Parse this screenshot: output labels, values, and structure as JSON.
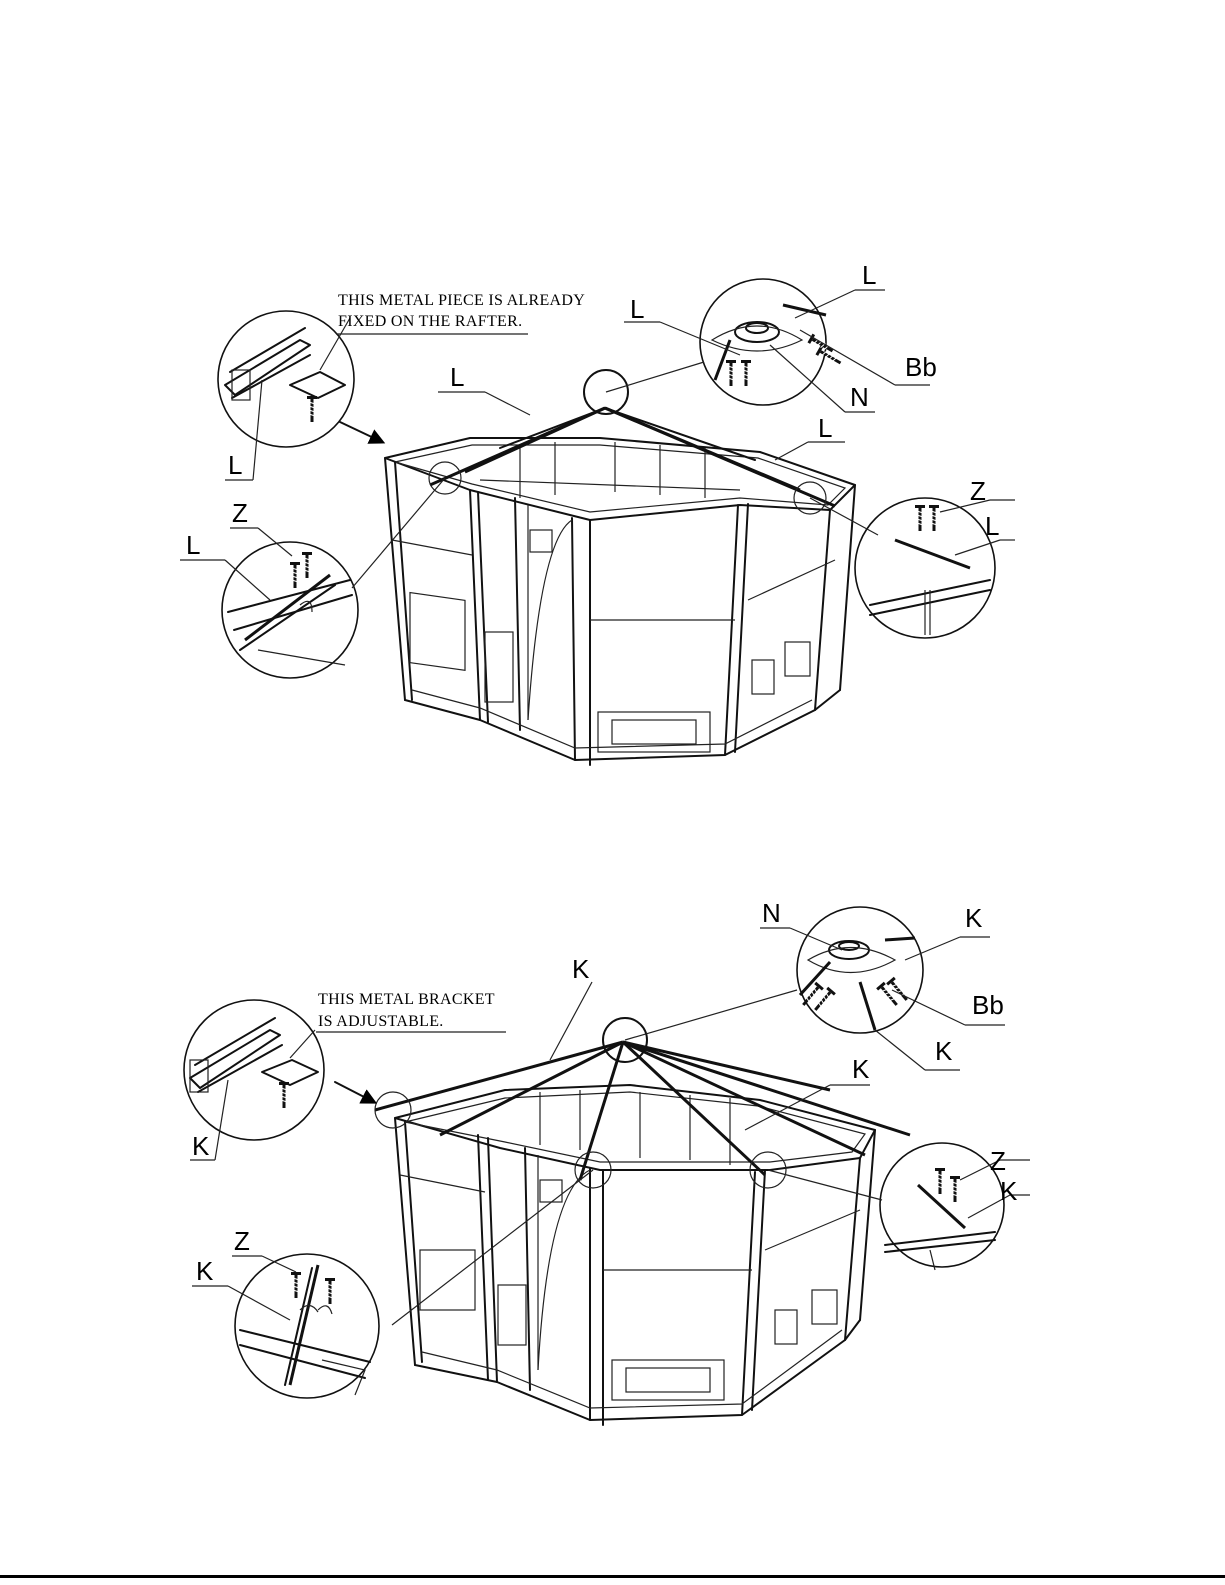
{
  "figure_top": {
    "note_lines": [
      "THIS METAL PIECE IS ALREADY",
      "FIXED ON THE RAFTER."
    ],
    "labels": {
      "detail_left_rafter": "L",
      "roof_rafter_left": "L",
      "top_callout_rafter_a": "L",
      "top_callout_rafter_b": "L",
      "top_callout_hub": "N",
      "top_callout_bracket": "Bb",
      "roof_rafter_right": "L",
      "bottom_left_screw": "Z",
      "bottom_left_rafter": "L",
      "right_screw": "Z",
      "right_rafter": "L"
    }
  },
  "figure_bottom": {
    "note_lines": [
      "THIS METAL BRACKET",
      "IS ADJUSTABLE."
    ],
    "labels": {
      "detail_left_rafter": "K",
      "roof_rafter_top": "K",
      "top_callout_hub": "N",
      "top_callout_rafter_a": "K",
      "top_callout_bracket": "Bb",
      "top_callout_rafter_b": "K",
      "roof_rafter_right": "K",
      "bottom_left_screw": "Z",
      "bottom_left_rafter": "K",
      "right_screw": "Z",
      "right_rafter": "K"
    }
  },
  "icons": [
    "arrow-icon",
    "screw-icon"
  ]
}
